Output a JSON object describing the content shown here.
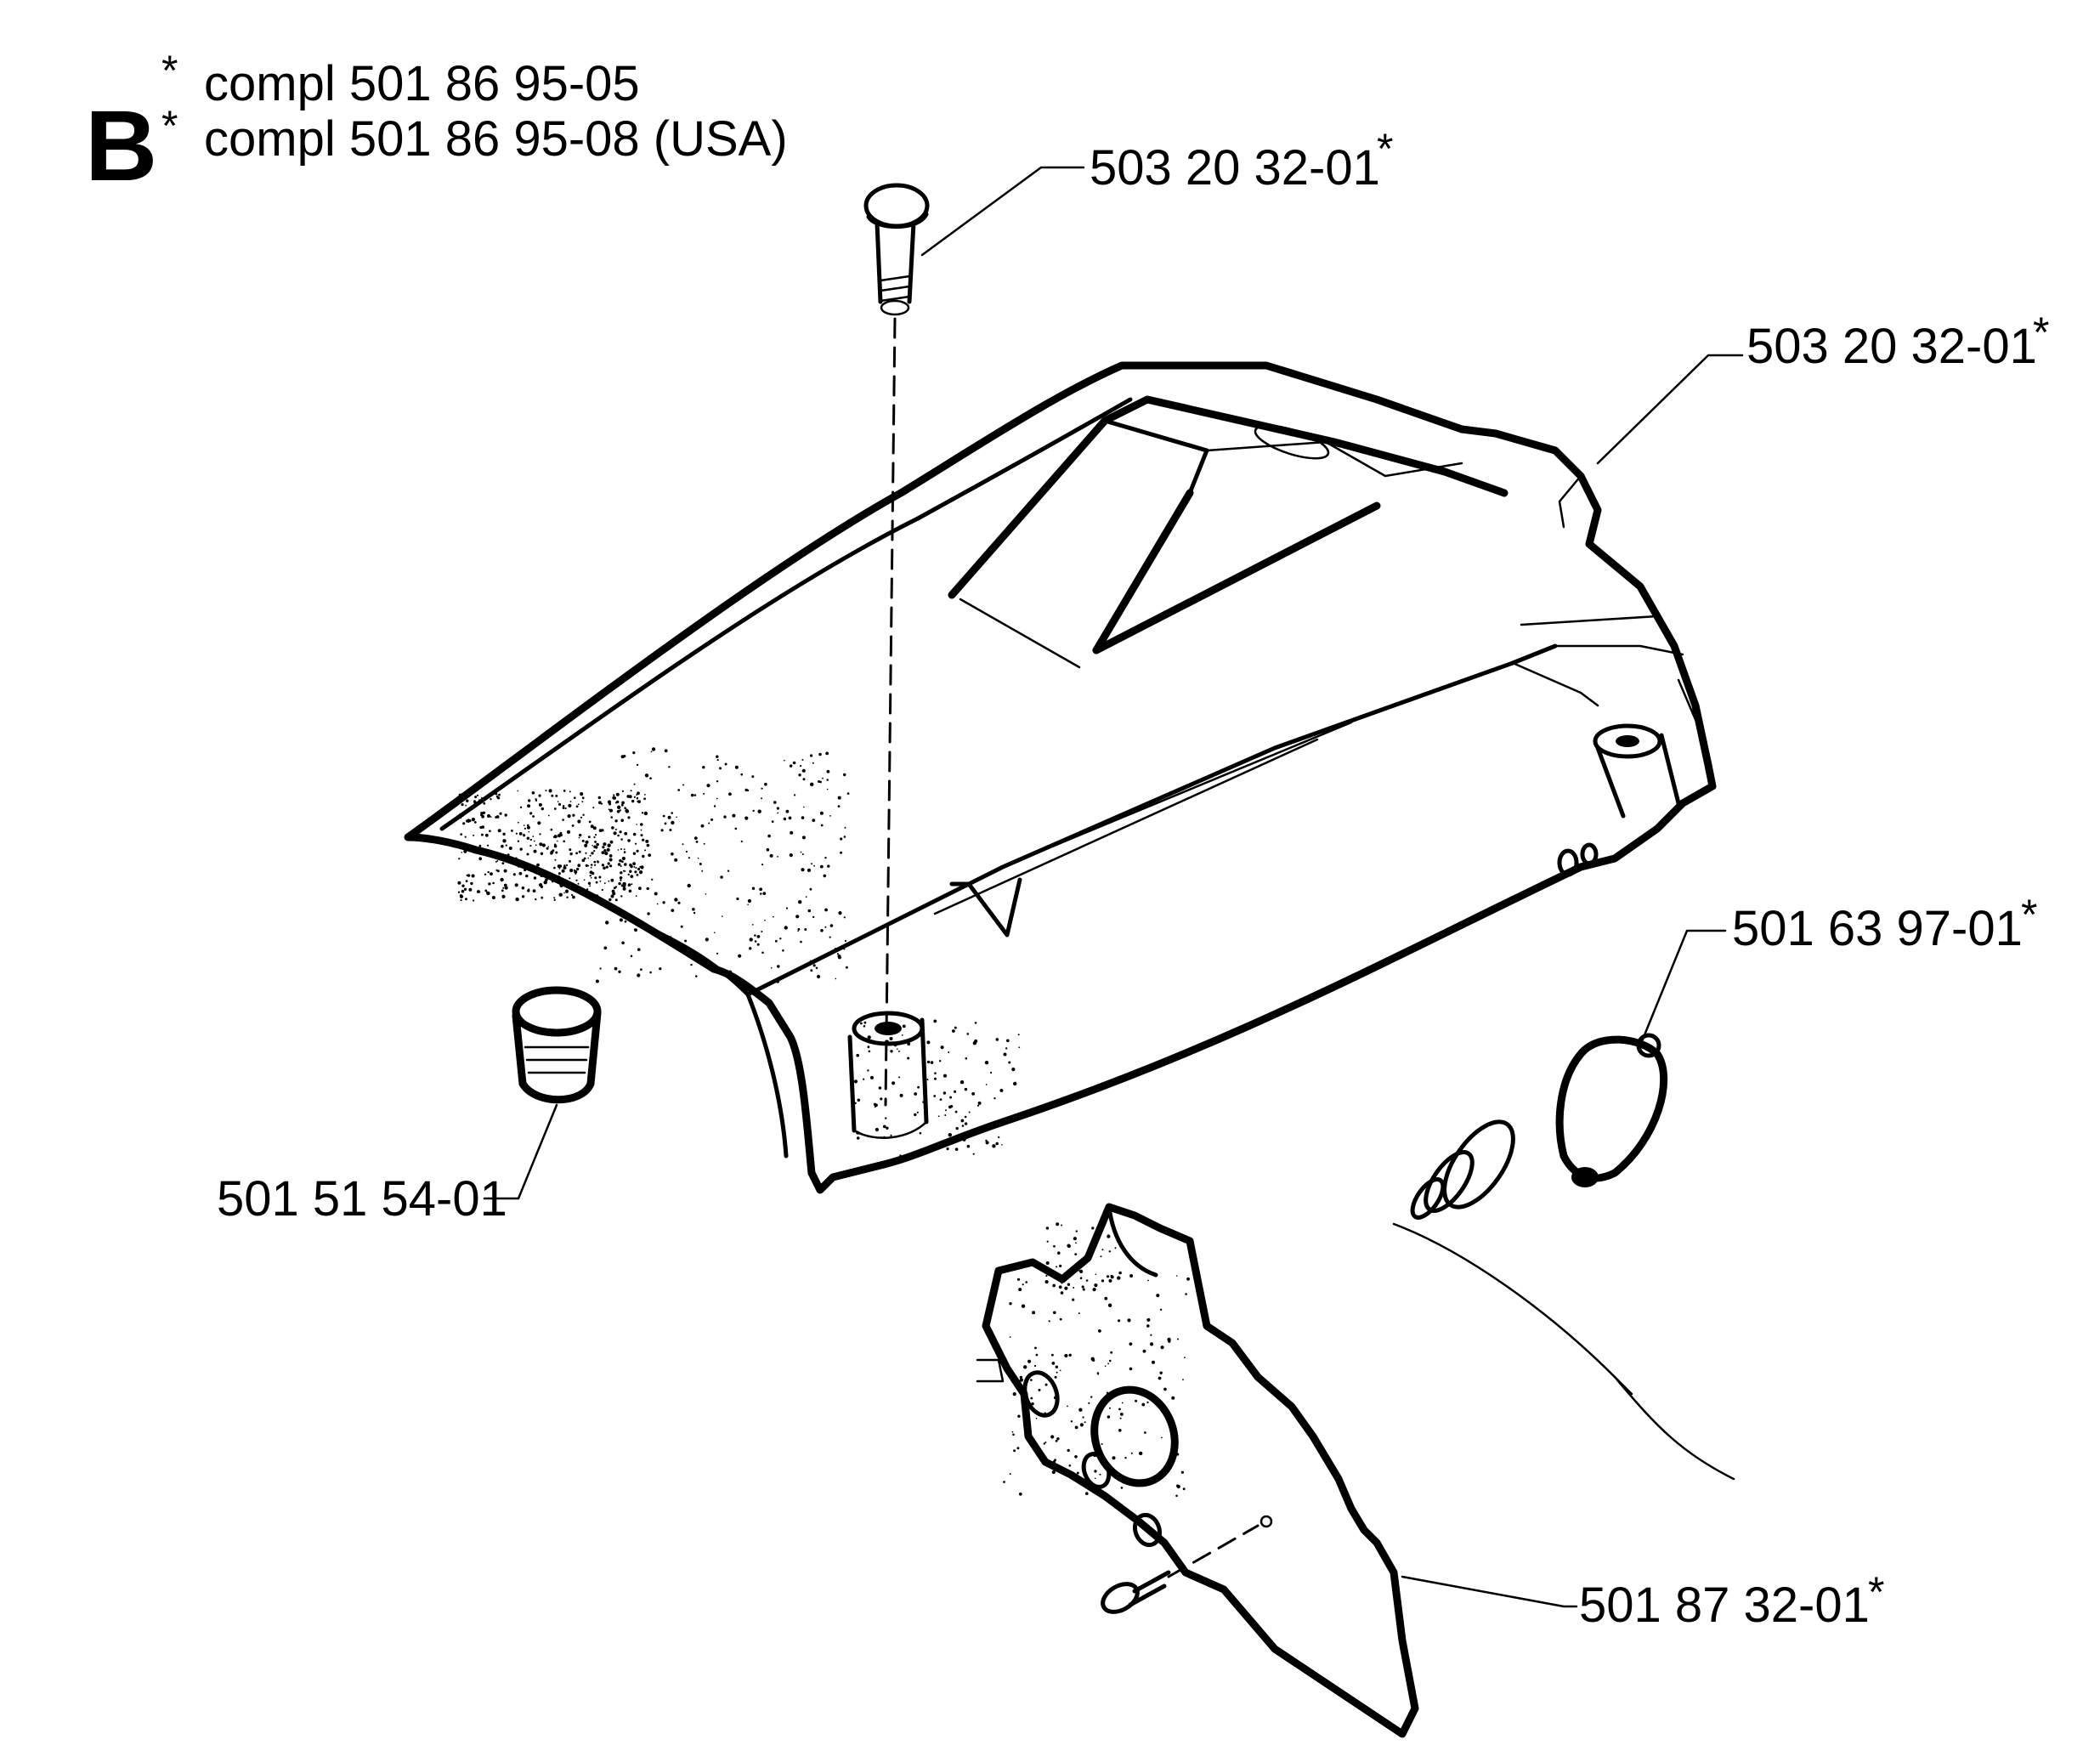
{
  "header": {
    "section_letter": "B",
    "lines": [
      {
        "marker": "*",
        "text": "compl 501 86 95-05"
      },
      {
        "marker": "*",
        "text": "compl 501 86 95-08 (USA)"
      }
    ]
  },
  "parts": [
    {
      "id": "screw-top",
      "number": "503 20 32-01",
      "marker": "*"
    },
    {
      "id": "screw-right",
      "number": "503 20 32-01",
      "marker": "*"
    },
    {
      "id": "cover-bracket",
      "number": "501 63 97-01",
      "marker": "*"
    },
    {
      "id": "plug",
      "number": "501 51 54-01",
      "marker": ""
    },
    {
      "id": "heat-shield",
      "number": "501 87 32-01",
      "marker": "*"
    }
  ]
}
